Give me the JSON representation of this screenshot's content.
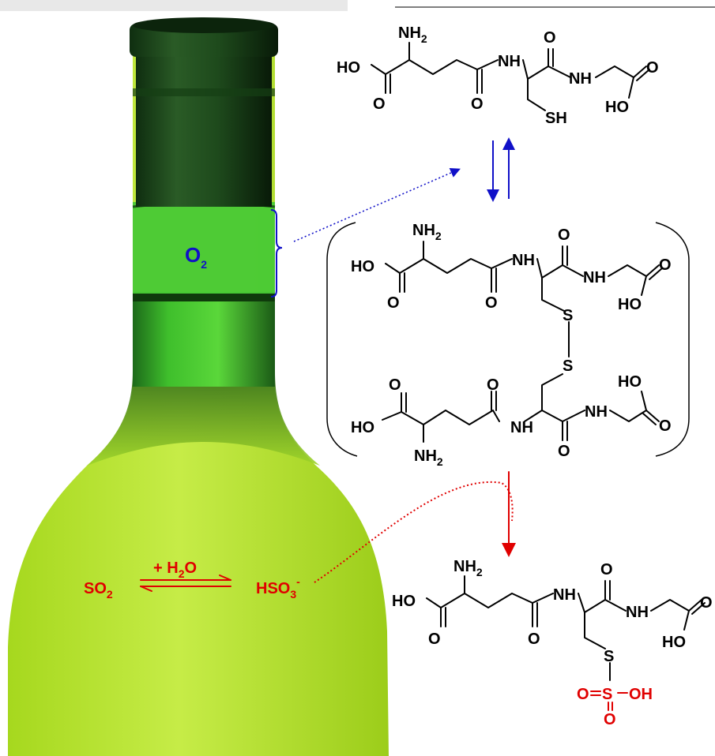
{
  "colors": {
    "reaction_red": "#e00000",
    "oxygen_blue": "#1010c8",
    "bottle_green": "#3fbf2c",
    "wine_yellow": "#b7e63a"
  },
  "headspace": {
    "label": "O",
    "label_sub": "2"
  },
  "equilibrium": {
    "left": "SO",
    "left_sub": "2",
    "reagent": "+ H",
    "reagent_sub": "2",
    "reagent_tail": "O",
    "right": "HSO",
    "right_sub": "3",
    "right_sup": "-"
  },
  "atoms": {
    "nh2": "NH",
    "nh2_sub": "2",
    "ho": "HO",
    "o": "O",
    "nh": "NH",
    "sh": "SH",
    "s": "S",
    "oh": "OH",
    "o_eq_s_oh": [
      "O",
      "S",
      "OH"
    ]
  }
}
